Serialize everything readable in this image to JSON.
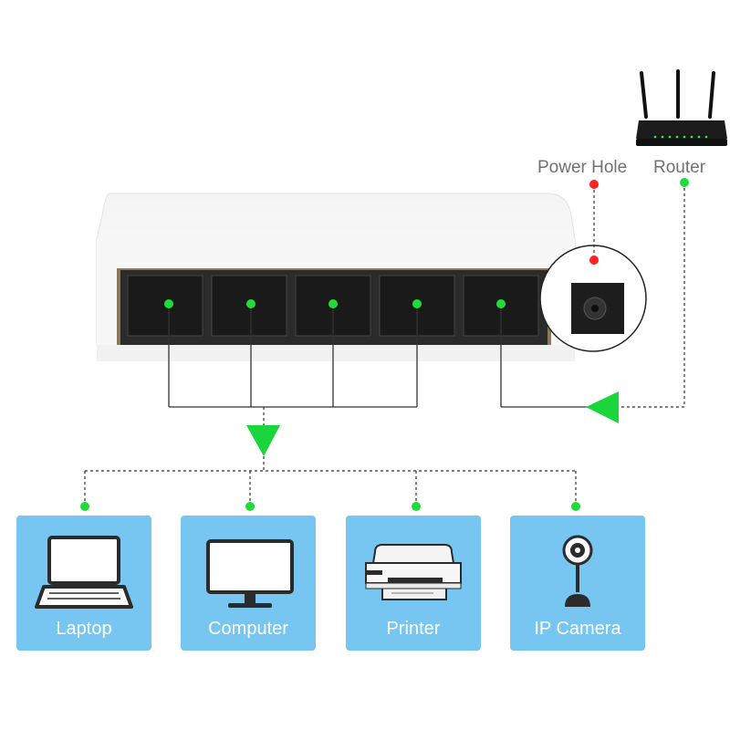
{
  "labels": {
    "power_hole": "Power Hole",
    "router": "Router"
  },
  "devices": [
    {
      "label": "Laptop",
      "icon": "laptop-icon"
    },
    {
      "label": "Computer",
      "icon": "monitor-icon"
    },
    {
      "label": "Printer",
      "icon": "printer-icon"
    },
    {
      "label": "IP Camera",
      "icon": "webcam-icon"
    }
  ],
  "colors": {
    "card": "#77c5f1",
    "port_dot": "#1fdc3a",
    "power_dot": "#ff2222",
    "arrow": "#19d63a"
  }
}
